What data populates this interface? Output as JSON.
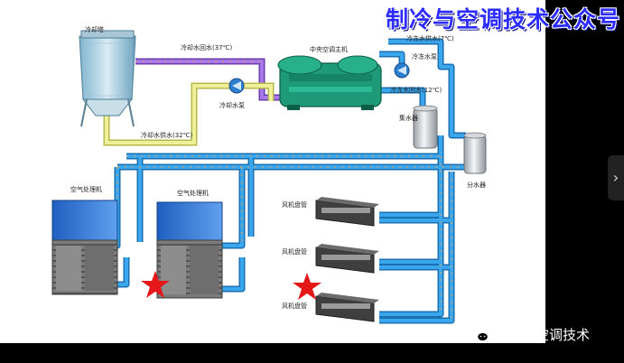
{
  "header": {
    "brand_title": "制冷与空调技术公众号"
  },
  "labels": {
    "cooling_tower": "冷却塔",
    "cooling_return": "冷却水回水(37℃)",
    "chiller": "中央空调主机",
    "chilled_supply": "冷冻水供水(7℃)",
    "chilled_pump": "冷冻水泵",
    "chilled_return": "冷冻水回水(12℃)",
    "cooling_pump": "冷却水泵",
    "cooling_supply": "冷却水供水(32℃)",
    "collector": "集水器",
    "distributor": "分水器",
    "ahu_1": "空气处理机",
    "ahu_2": "空气处理机",
    "fcu_1": "风机盘管",
    "fcu_2": "风机盘管",
    "fcu_3": "风机盘管"
  },
  "footer": {
    "brand": "制冷与空调技术"
  },
  "colors": {
    "pipe_blue": "#2c8fd6",
    "pipe_purple": "#8e5ad8",
    "pipe_yellow": "#e2e48a",
    "chiller_green": "#1e9a78",
    "brand_blue": "#2b2bff",
    "star_red": "#e41818"
  },
  "icons": [
    "chevron-right-icon",
    "wechat-icon",
    "pump-icon",
    "star-icon"
  ]
}
